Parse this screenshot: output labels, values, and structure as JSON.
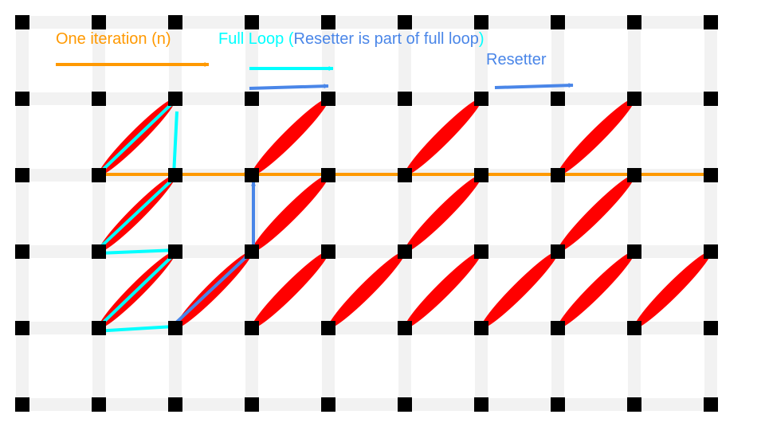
{
  "legend": {
    "iteration_label": "One iteration (n)",
    "full_loop_label": "Full Loop (",
    "resetter_inline_label": "Resetter is part of full loop",
    "full_loop_close": ")",
    "resetter_label": "Resetter"
  },
  "colors": {
    "grid_line": "#f2f2f2",
    "node": "#000000",
    "ellipse": "#ff0000",
    "iteration_arrow": "#ff9900",
    "full_loop_arrow": "#00ffff",
    "resetter_arrow": "#4a86e8"
  }
}
